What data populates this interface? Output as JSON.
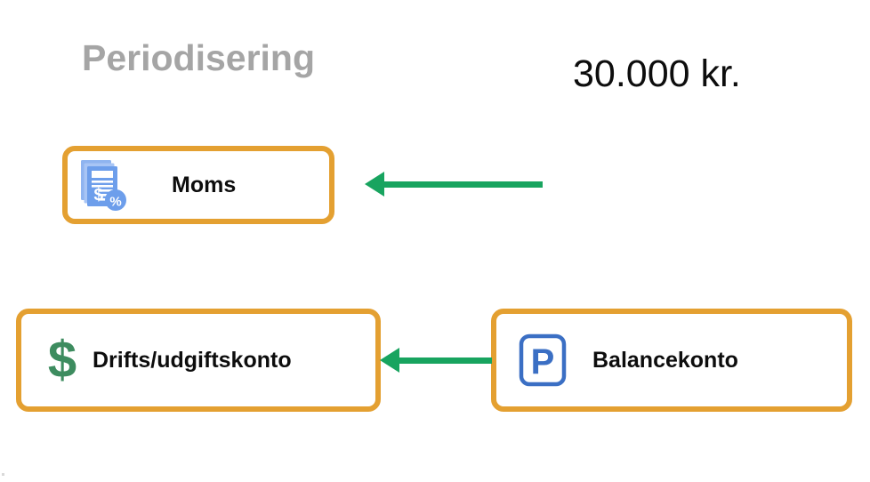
{
  "page": {
    "title": "Periodisering",
    "amount": "30.000 kr.",
    "background_color": "#ffffff"
  },
  "theme": {
    "box_border_color": "#e4a031",
    "arrow_color": "#18a45f",
    "title_color": "#a5a5a5",
    "label_color": "#0d0d0d",
    "dollar_icon_color": "#3d8c5f",
    "parking_icon_color": "#3b6fc4",
    "tax_icon_color": "#6d9eeb"
  },
  "nodes": [
    {
      "id": "moms",
      "label": "Moms",
      "icon": "tax-document-percent-icon"
    },
    {
      "id": "drifts",
      "label": "Drifts/udgiftskonto",
      "icon": "dollar-sign-icon",
      "icon_glyph": "$"
    },
    {
      "id": "balance",
      "label": "Balancekonto",
      "icon": "parking-p-icon",
      "icon_glyph": "P"
    }
  ],
  "arrows": [
    {
      "id": "arrow-to-moms",
      "direction": "left",
      "from": "right-side",
      "to": "moms"
    },
    {
      "id": "arrow-balance-to-drifts",
      "direction": "left",
      "from": "balance",
      "to": "drifts"
    }
  ]
}
